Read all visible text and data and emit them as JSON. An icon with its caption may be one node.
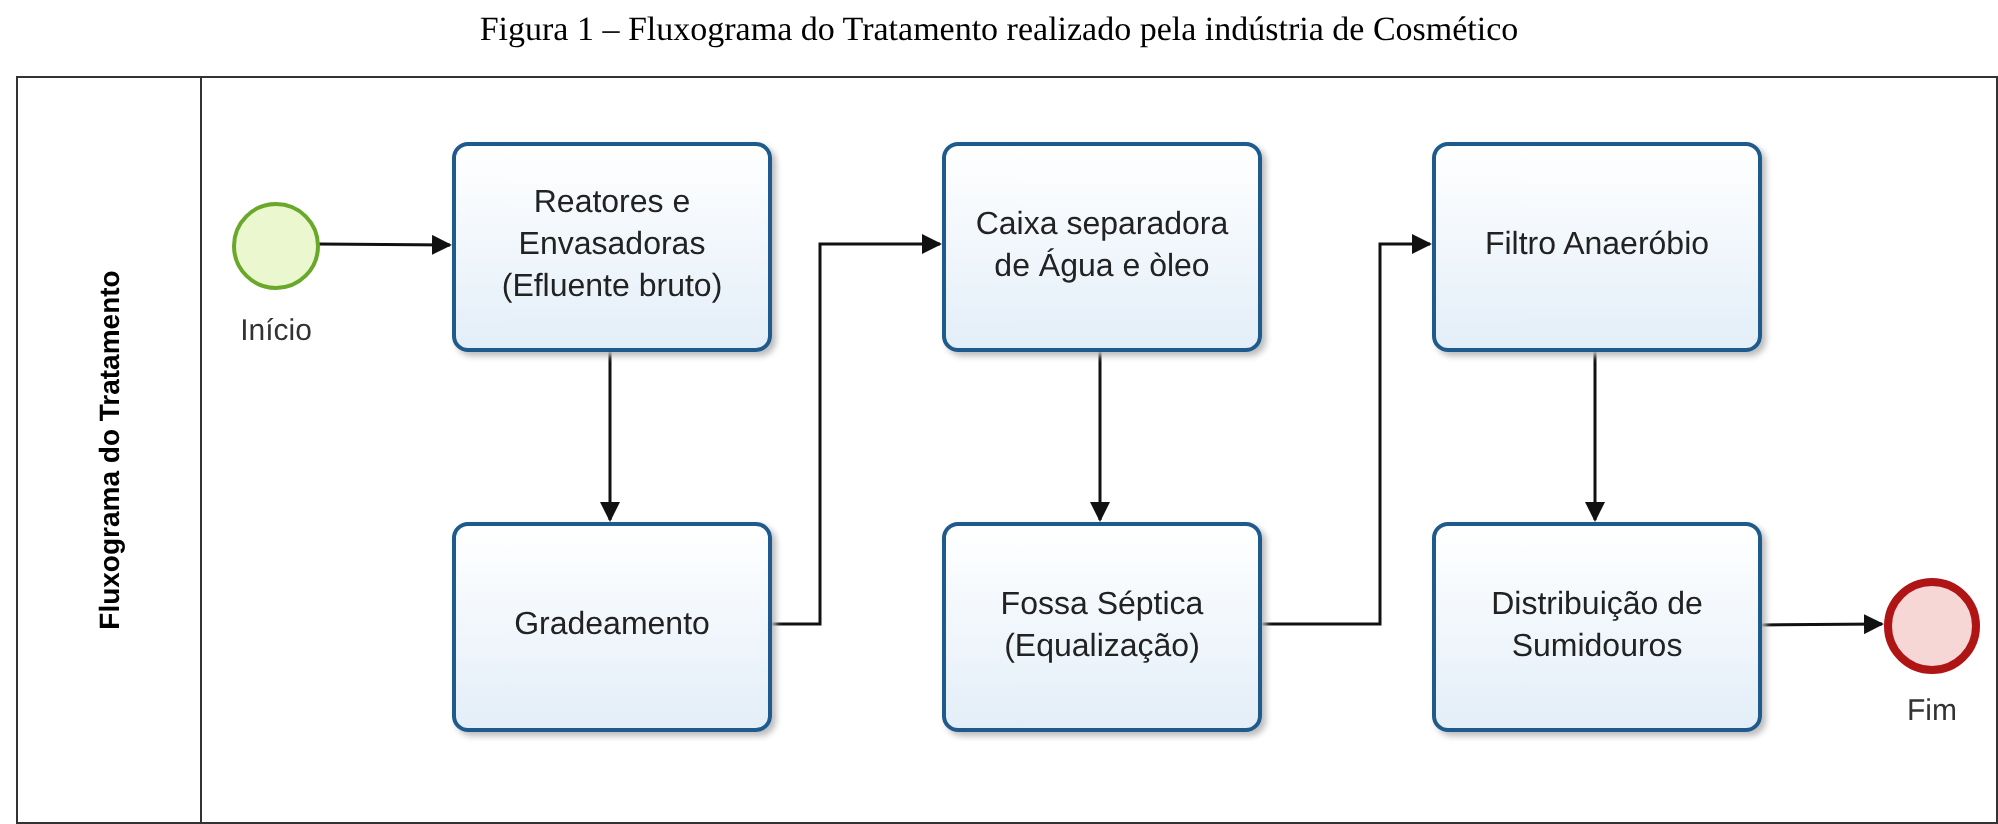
{
  "diagram": {
    "title": "Figura 1 – Fluxograma do Tratamento realizado pela indústria de Cosmético",
    "nodes": [
      {
        "text": [
          "Fluxograma do Tratamento"
        ]
      },
      {
        "text": [],
        "shape": "circle",
        "in": 0,
        "beside": [
          "Início"
        ]
      },
      {
        "text": [
          "Reatores e Envasadoras (Efluente bruto)"
        ],
        "in": 0
      },
      {
        "text": [
          "Gradeamento"
        ],
        "in": 0
      },
      {
        "text": [
          "Caixa separadora de Água e òleo"
        ],
        "in": 0
      },
      {
        "text": [
          "Fossa Séptica (Equalização)"
        ],
        "in": 0
      },
      {
        "text": [
          "Filtro Anaeróbio"
        ],
        "in": 0
      },
      {
        "text": [
          "Distribuição de Sumidouros"
        ],
        "in": 0
      },
      {
        "text": [],
        "shape": "circle",
        "in": 0,
        "beside": [
          "Fim"
        ]
      }
    ],
    "edges": [
      {
        "from": 1,
        "to": 2,
        "arrow": "to"
      },
      {
        "from": 2,
        "to": 3,
        "arrow": "to"
      },
      {
        "from": 3,
        "to": 4,
        "arrow": "to"
      },
      {
        "from": 4,
        "to": 5,
        "arrow": "to"
      },
      {
        "from": 5,
        "to": 6,
        "arrow": "to"
      },
      {
        "from": 6,
        "to": 7,
        "arrow": "to"
      },
      {
        "from": 7,
        "to": 8,
        "arrow": "to"
      }
    ]
  }
}
